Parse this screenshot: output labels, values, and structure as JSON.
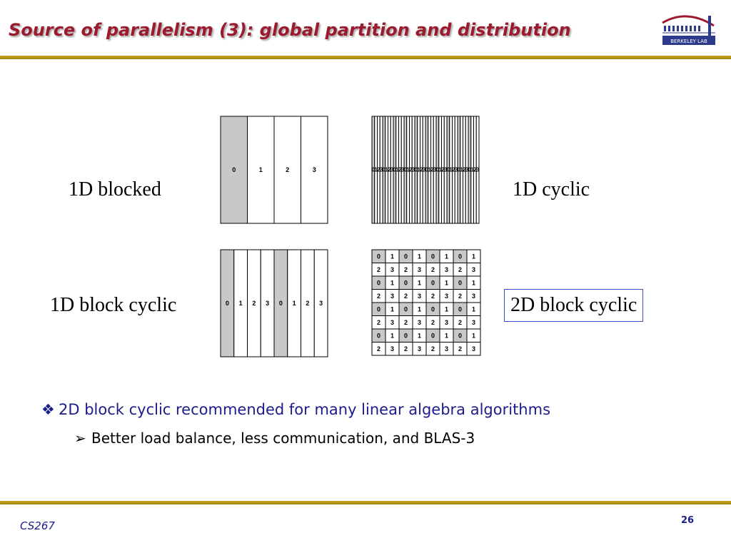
{
  "slide": {
    "title": "Source of parallelism (3): global partition and distribution",
    "logo_text": "BERKELEY LAB",
    "footer_left": "CS267",
    "page_number": "26"
  },
  "labels": {
    "d1_blocked": "1D blocked",
    "d1_cyclic": "1D cyclic",
    "d1_block_cyclic": "1D block cyclic",
    "d2_block_cyclic": "2D block cyclic"
  },
  "diagrams": {
    "blocked": {
      "cells": [
        "0",
        "1",
        "2",
        "3"
      ],
      "shaded": "0"
    },
    "cyclic": {
      "cells": [
        "0",
        "1",
        "2",
        "3",
        "0",
        "1",
        "2",
        "3",
        "0",
        "1",
        "2",
        "3",
        "0",
        "1",
        "2",
        "3",
        "0",
        "1",
        "2",
        "3",
        "0",
        "1",
        "2",
        "3",
        "0",
        "1",
        "2",
        "3",
        "0",
        "1",
        "2",
        "3",
        "0",
        "1",
        "2",
        "3",
        "0",
        "1",
        "2",
        "3"
      ],
      "shaded": "0"
    },
    "block_cyclic": {
      "cells": [
        "0",
        "1",
        "2",
        "3",
        "0",
        "1",
        "2",
        "3"
      ],
      "shaded": "0"
    },
    "grid2d": {
      "rows": [
        [
          "0",
          "1",
          "0",
          "1",
          "0",
          "1",
          "0",
          "1"
        ],
        [
          "2",
          "3",
          "2",
          "3",
          "2",
          "3",
          "2",
          "3"
        ],
        [
          "0",
          "1",
          "0",
          "1",
          "0",
          "1",
          "0",
          "1"
        ],
        [
          "2",
          "3",
          "2",
          "3",
          "2",
          "3",
          "2",
          "3"
        ],
        [
          "0",
          "1",
          "0",
          "1",
          "0",
          "1",
          "0",
          "1"
        ],
        [
          "2",
          "3",
          "2",
          "3",
          "2",
          "3",
          "2",
          "3"
        ],
        [
          "0",
          "1",
          "0",
          "1",
          "0",
          "1",
          "0",
          "1"
        ],
        [
          "2",
          "3",
          "2",
          "3",
          "2",
          "3",
          "2",
          "3"
        ]
      ],
      "shaded": "0"
    }
  },
  "bullets": {
    "main": "2D block cyclic recommended for many linear algebra algorithms",
    "sub": "Better load balance, less communication, and BLAS-3"
  },
  "colors": {
    "title": "#9c1a2e",
    "bullet": "#1b1d8c",
    "shade": "#c8c8c8",
    "rule": "#c9a41c",
    "box_border": "#3a4ec9"
  },
  "icons": {
    "bullet_main": "diamond-bullet-icon",
    "bullet_sub": "arrowhead-bullet-icon"
  }
}
